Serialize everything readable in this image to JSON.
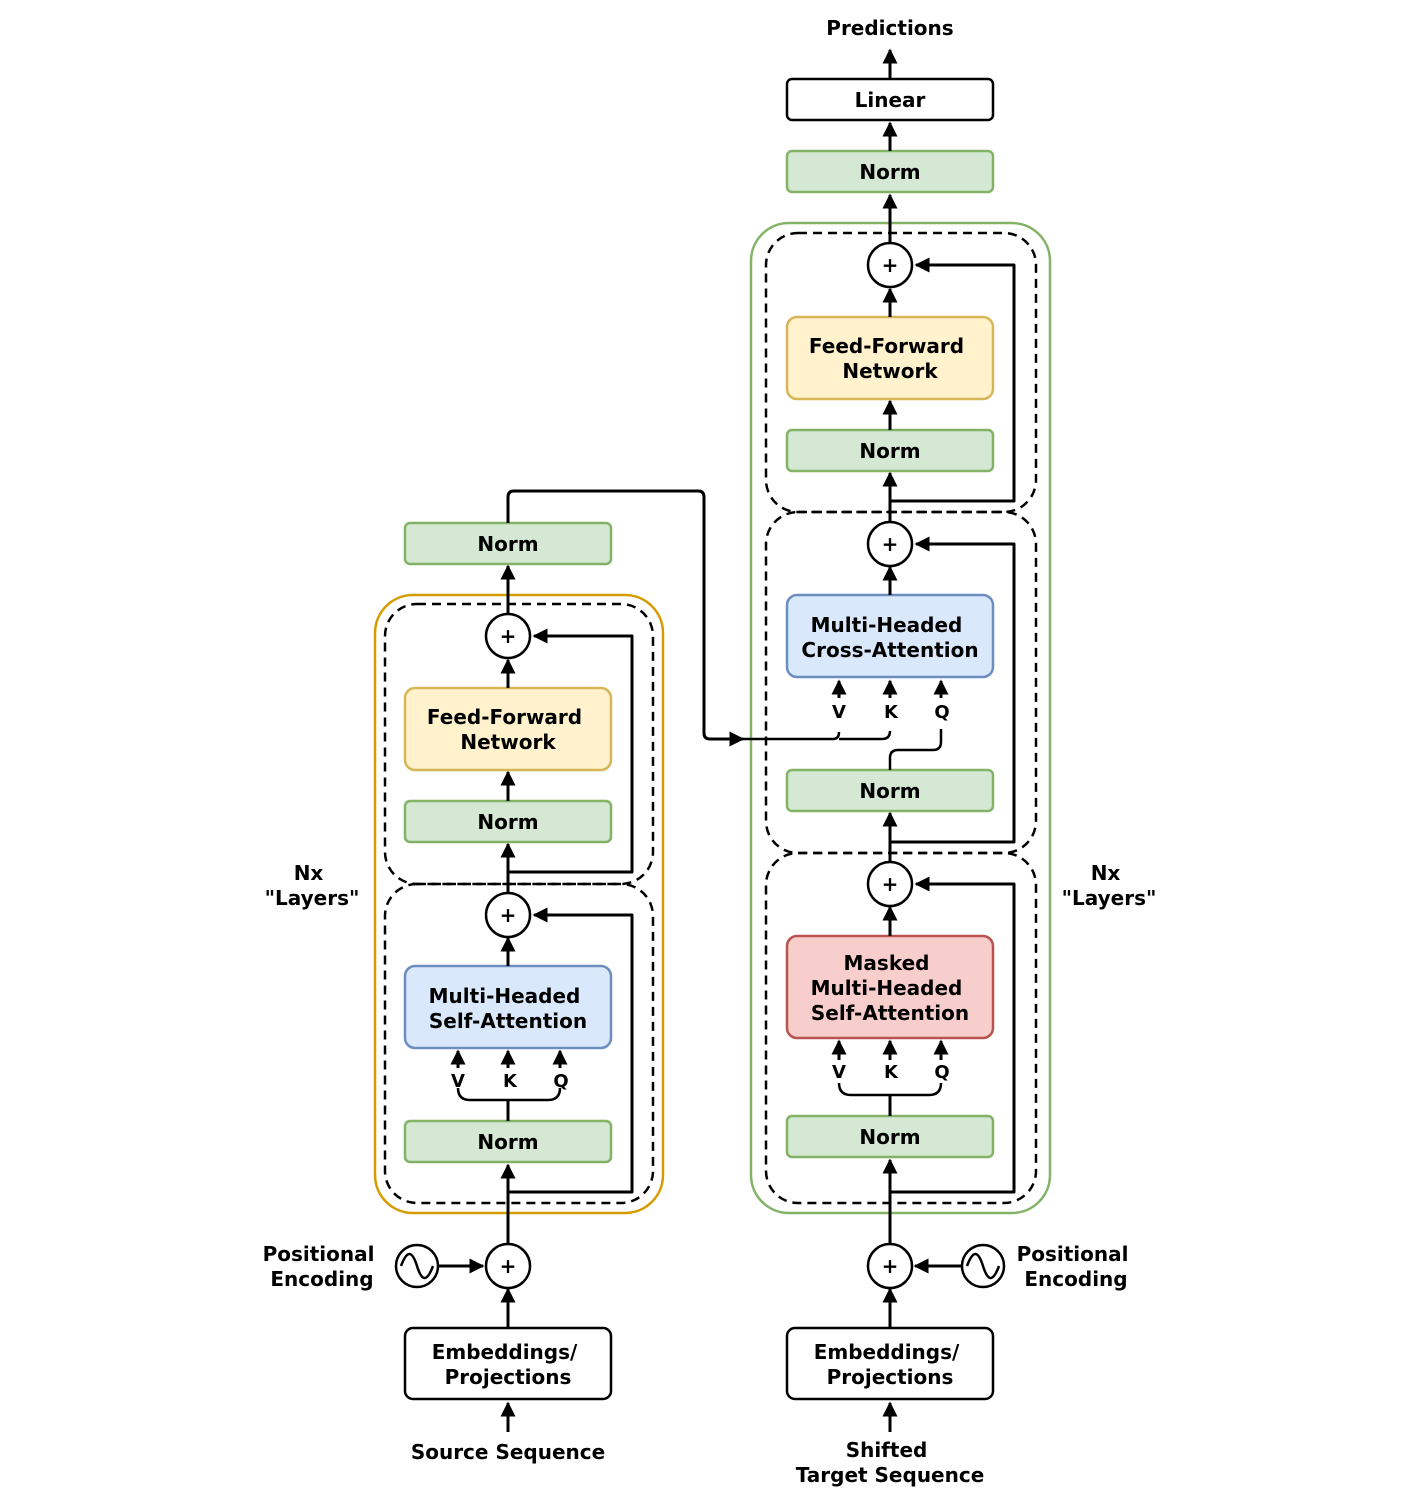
{
  "colors": {
    "norm_fill": "#d5e8d4",
    "norm_stroke": "#82b366",
    "ffn_fill": "#fff2cc",
    "ffn_stroke": "#d6b656",
    "attn_fill": "#dae8fc",
    "attn_stroke": "#6c8ebf",
    "masked_fill": "#f8cecc",
    "masked_stroke": "#b85450",
    "encoder_frame": "#d79b00",
    "decoder_frame": "#82b366"
  },
  "encoder": {
    "input_label": [
      "Source Sequence"
    ],
    "embed_label": [
      "Embeddings/",
      "Projections"
    ],
    "pos_label": [
      "Positional",
      "Encoding"
    ],
    "norm1": "Norm",
    "attention": [
      "Multi-Headed",
      "Self-Attention"
    ],
    "qkv": [
      "V",
      "K",
      "Q"
    ],
    "norm2": "Norm",
    "ffn": [
      "Feed-Forward",
      "Network"
    ],
    "final_norm": "Norm",
    "layers_label": [
      "Nx",
      "\"Layers\""
    ],
    "add": "+"
  },
  "decoder": {
    "input_label": [
      "Shifted",
      "Target Sequence"
    ],
    "embed_label": [
      "Embeddings/",
      "Projections"
    ],
    "pos_label": [
      "Positional",
      "Encoding"
    ],
    "norm1": "Norm",
    "masked_attention": [
      "Masked",
      "Multi-Headed",
      "Self-Attention"
    ],
    "qkv1": [
      "V",
      "K",
      "Q"
    ],
    "norm2": "Norm",
    "cross_attention": [
      "Multi-Headed",
      "Cross-Attention"
    ],
    "qkv2": [
      "V",
      "K",
      "Q"
    ],
    "norm3": "Norm",
    "ffn": [
      "Feed-Forward",
      "Network"
    ],
    "final_norm": "Norm",
    "linear": "Linear",
    "output_label": [
      "Predictions"
    ],
    "layers_label": [
      "Nx",
      "\"Layers\""
    ],
    "add": "+"
  }
}
